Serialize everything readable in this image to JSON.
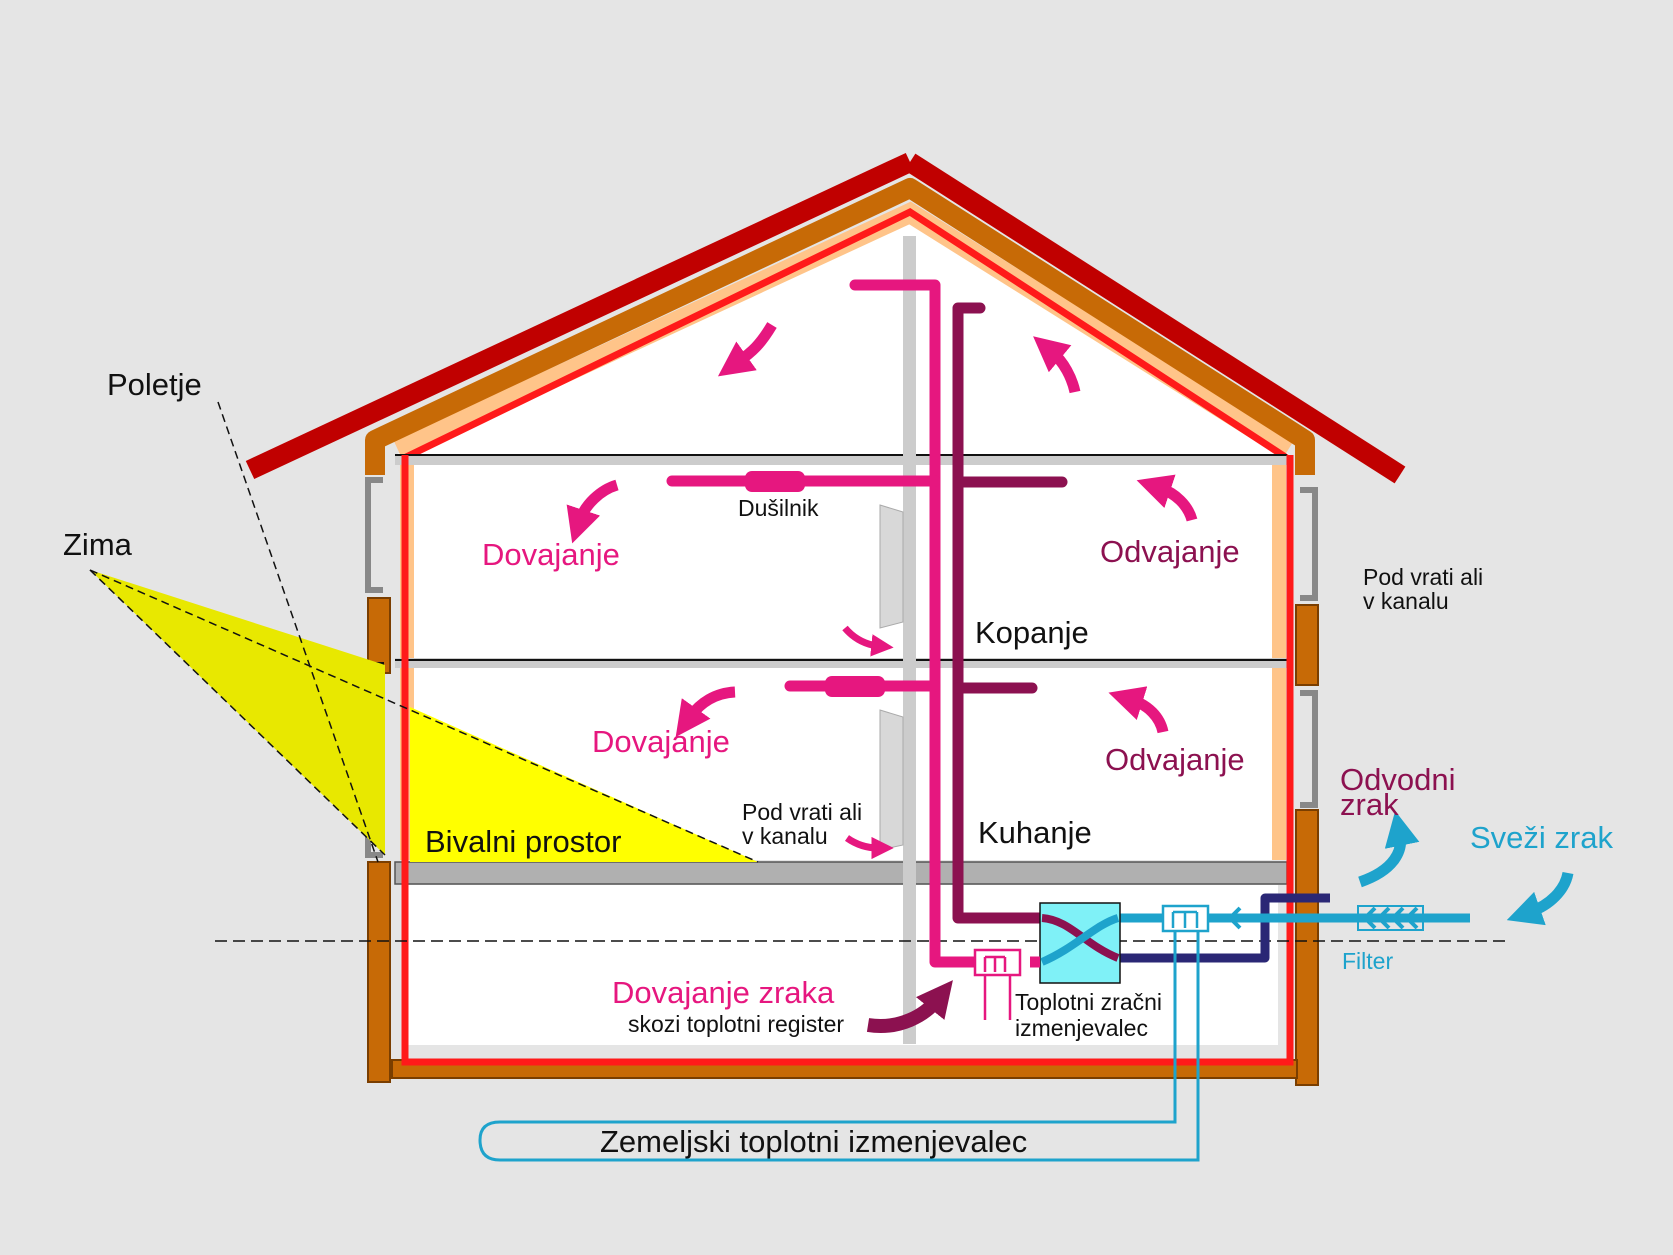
{
  "labels": {
    "poletje": "Poletje",
    "zima": "Zima",
    "bivalni_prostor": "Bivalni prostor",
    "dusilnik": "Dušilnik",
    "dovajanje_top": "Dovajanje",
    "dovajanje_mid": "Dovajanje",
    "odvajanje_top": "Odvajanje",
    "odvajanje_mid": "Odvajanje",
    "kopanje": "Kopanje",
    "kuhanje": "Kuhanje",
    "pod_vrati_right_1": "Pod vrati ali",
    "pod_vrati_right_2": "v kanalu",
    "pod_vrati_mid_1": "Pod vrati ali",
    "pod_vrati_mid_2": "v kanalu",
    "odvodni_zrak_1": "Odvodni",
    "odvodni_zrak_2": "zrak",
    "svezi_zrak": "Sveži zrak",
    "filter": "Filter",
    "dovajanje_zraka": "Dovajanje zraka",
    "skozi_register": "skozi toplotni register",
    "toplotni_zracni_1": "Toplotni zračni",
    "toplotni_zracni_2": "izmenjevalec",
    "zemeljski": "Zemeljski toplotni izmenjevalec"
  },
  "colors": {
    "background": "#e5e5e5",
    "roof_outer": "#c00000",
    "roof_wood": "#c76a06",
    "insulation": "#ffc489",
    "heat_line": "#ff1a1a",
    "supply_duct": "#e6177f",
    "exhaust_duct": "#8c1150",
    "outgoing_duct": "#2a2775",
    "fresh_air": "#1ea3cc",
    "sun_winter": "#e8e800",
    "sun_floor": "#ffff00",
    "heat_exchanger": "#7ff1f7"
  }
}
